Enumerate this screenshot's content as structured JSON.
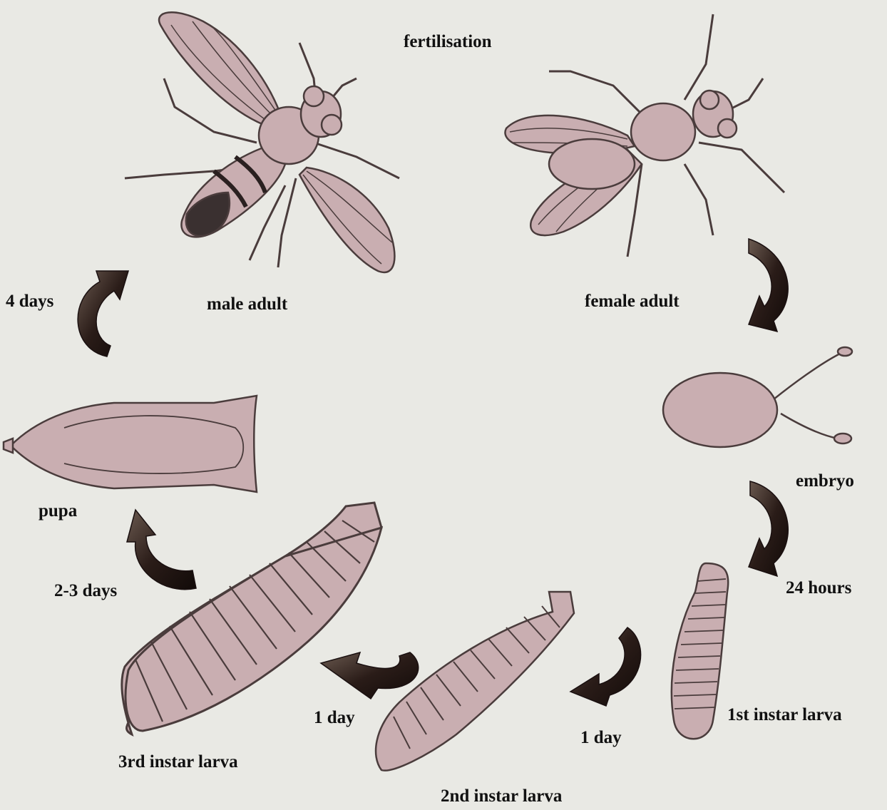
{
  "title": "fertilisation",
  "stages": {
    "male_adult": "male adult",
    "female_adult": "female adult",
    "embryo": "embryo",
    "first_instar": "1st instar larva",
    "second_instar": "2nd instar larva",
    "third_instar": "3rd instar larva",
    "pupa": "pupa"
  },
  "durations": {
    "female_to_embryo": "",
    "embryo_to_first": "24 hours",
    "first_to_second": "1 day",
    "second_to_third": "1 day",
    "third_to_pupa": "2-3 days",
    "pupa_to_adult": "4 days"
  },
  "colors": {
    "background": "#e9e9e4",
    "body_fill": "#c9aeb1",
    "outline": "#4a3c3c",
    "arrow": "#1c1212"
  }
}
